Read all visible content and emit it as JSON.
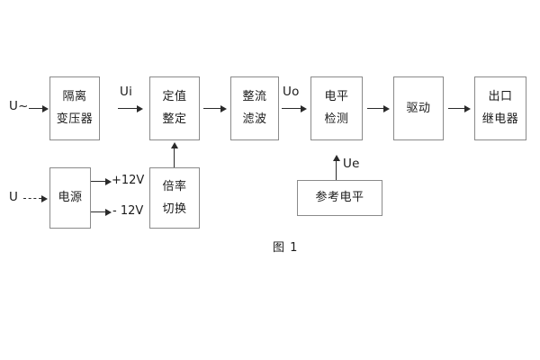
{
  "figure": {
    "caption": "图 1",
    "box_border_color": "#8a8a8a",
    "line_color": "#2a2a2a",
    "text_color": "#1b1b1b",
    "background_color": "#ffffff"
  },
  "blocks": [
    {
      "id": "isolation-transformer",
      "line1": "隔离",
      "line2": "变压器"
    },
    {
      "id": "setpoint-adjust",
      "line1": "定值",
      "line2": "整定"
    },
    {
      "id": "rectify-filter",
      "line1": "整流",
      "line2": "滤波"
    },
    {
      "id": "level-detect",
      "line1": "电平",
      "line2": "检测"
    },
    {
      "id": "drive",
      "line1": "驱动",
      "line2": ""
    },
    {
      "id": "output-relay",
      "line1": "出口",
      "line2": "继电器"
    },
    {
      "id": "power-supply",
      "line1": "电源",
      "line2": ""
    },
    {
      "id": "multiplier-switch",
      "line1": "倍率",
      "line2": "切换"
    },
    {
      "id": "reference-level",
      "line1": "参考电平",
      "line2": ""
    }
  ],
  "labels": {
    "input_ac": "U~",
    "input_dc": "U",
    "signal_ui": "Ui",
    "signal_uo": "Uo",
    "signal_ue": "Ue",
    "supply_positive": "+12V",
    "supply_negative": "- 12V"
  }
}
